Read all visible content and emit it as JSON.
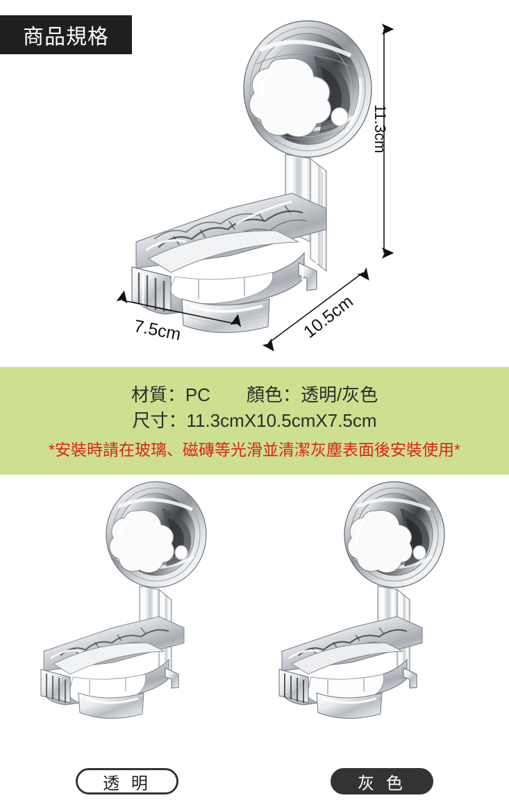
{
  "header": {
    "badge_label": "商品規格"
  },
  "hero": {
    "dimensions": {
      "height": "11.3cm",
      "width": "7.5cm",
      "depth": "10.5cm"
    },
    "product_alt": "transparent-pc-suction-cup-holder"
  },
  "spec_panel": {
    "background_color": "#cde08f",
    "line1": "材質：PC　　顏色：透明/灰色",
    "line2": "尺寸：11.3cmX10.5cmX7.5cm",
    "note": "*安裝時請在玻璃、磁磚等光滑並清潔灰塵表面後安裝使用*",
    "note_color": "#e01f1f"
  },
  "variants": [
    {
      "label": "透 明",
      "style": "outline",
      "product_alt": "clear-variant"
    },
    {
      "label": "灰 色",
      "style": "filled",
      "product_alt": "grey-variant"
    }
  ]
}
